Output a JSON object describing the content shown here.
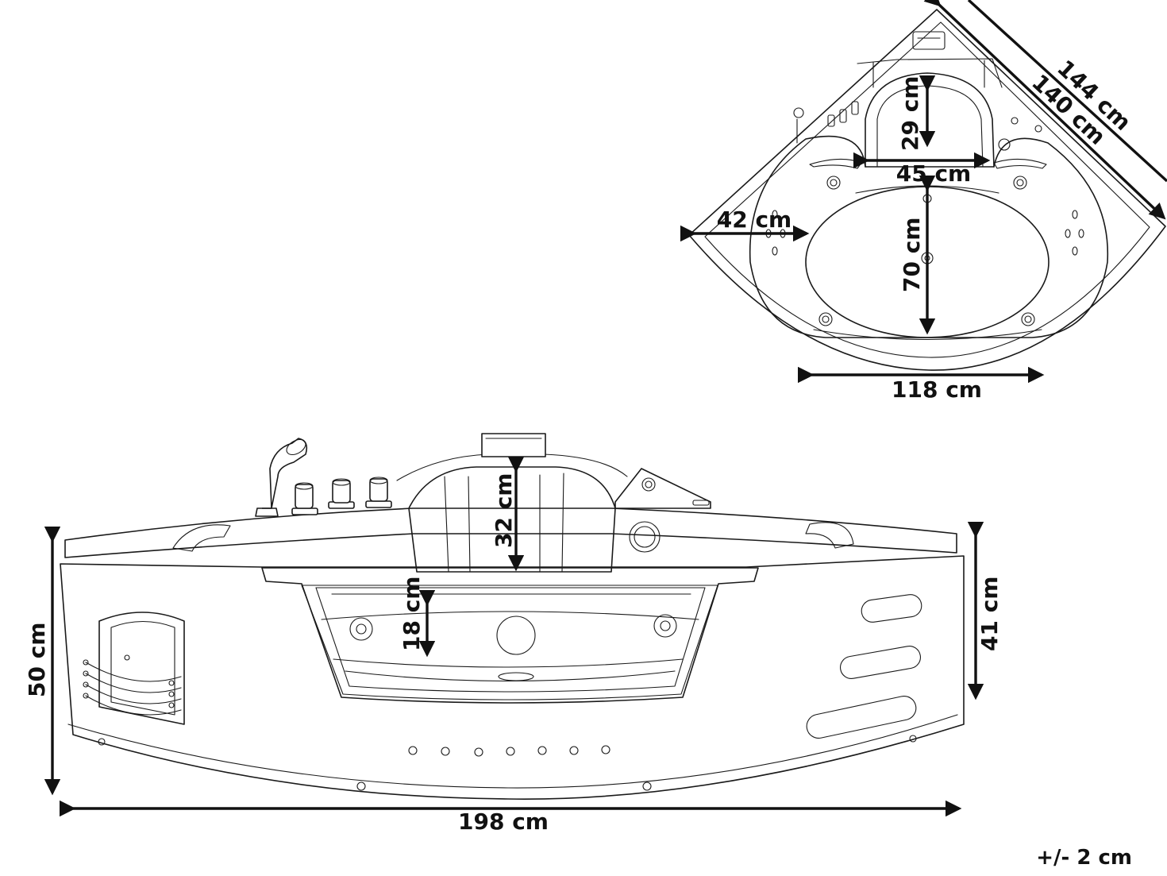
{
  "dimensions": {
    "front_width": "198 cm",
    "front_height": "50 cm",
    "inner_height": "41 cm",
    "backrest_height": "32 cm",
    "seat_depth": "18 cm",
    "top_diagonal_outer": "144 cm",
    "top_diagonal_inner": "140 cm",
    "top_front_width": "118 cm",
    "top_side_depth": "42 cm",
    "top_inner_length": "70 cm",
    "top_seat_width": "45 cm",
    "top_seat_depth": "29 cm"
  },
  "tolerance": "+/- 2 cm",
  "colors": {
    "line": "#1a1a1a",
    "dimension": "#111111",
    "background": "#ffffff"
  },
  "icons": [
    "hand-shower-icon",
    "faucet-knob-icon",
    "towel-rail-icon",
    "jet-nozzle-icon",
    "headrest-pillow-icon",
    "drain-icon"
  ]
}
